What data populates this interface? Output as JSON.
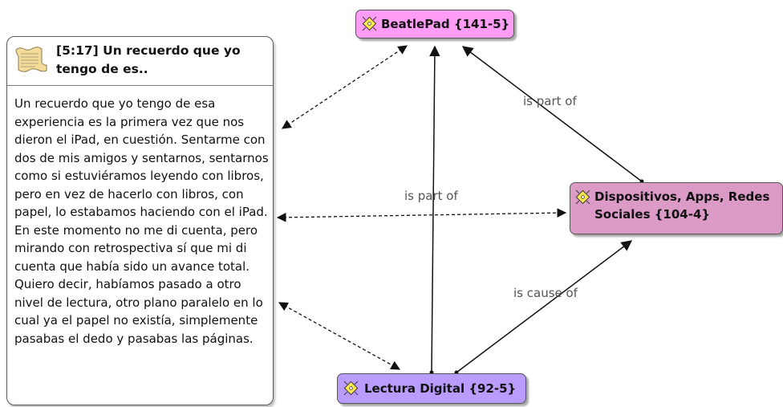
{
  "quotation": {
    "title": "[5:17] Un recuerdo que yo tengo de es..",
    "text": "Un recuerdo que yo tengo de esa experiencia es la primera vez que nos dieron el iPad, en cuestión. Sentarme con dos de mis amigos y sentarnos, sentarnos como si estuviéramos leyendo con libros, pero en vez de hacerlo con libros, con papel, lo estabamos haciendo con el iPad. En este momento no me di cuenta, pero mirando con retrospectiva sí que mi di cuenta que había sido un avance total. Quiero decir, habíamos pasado a otro nivel de lectura, otro plano paralelo en lo cual ya el papel no existía, simplemente pasabas el dedo y pasabas las páginas.",
    "icon": "quotation-document-icon"
  },
  "codes": {
    "beatlepad": {
      "label": "BeatlePad {141-5}",
      "color": "#ff9cf5",
      "icon": "code-node-icon"
    },
    "dispositivos": {
      "label": "Dispositivos, Apps, Redes Sociales {104-4}",
      "color": "#dc9ac6",
      "icon": "code-node-icon"
    },
    "lectura": {
      "label": "Lectura Digital {92-5}",
      "color": "#ba9cff",
      "icon": "code-node-icon"
    }
  },
  "relations": {
    "disp_beatle": "is part of",
    "lectura_disp": "is part of",
    "lectura_disp_cause": "is cause of"
  }
}
